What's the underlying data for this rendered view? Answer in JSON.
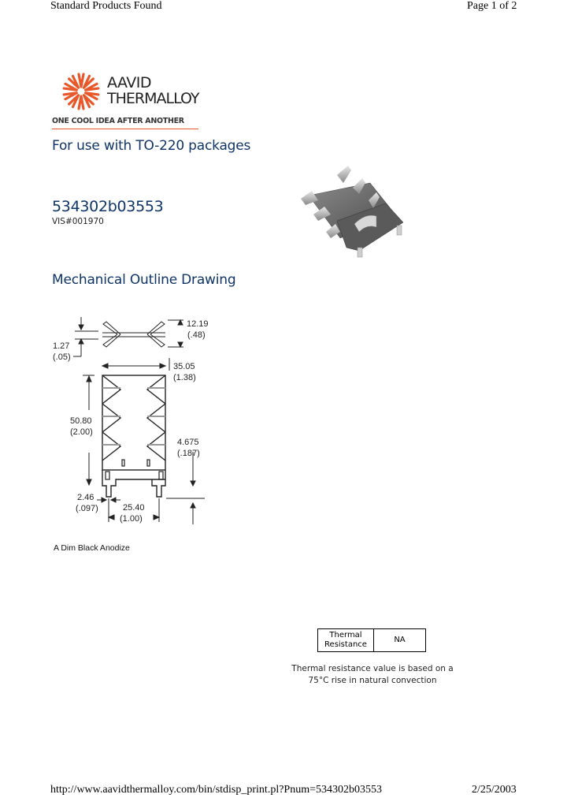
{
  "print_header": {
    "title": "Standard Products Found",
    "page": "Page 1 of 2"
  },
  "logo": {
    "line1": "AAVID",
    "line2": "THERMALLOY",
    "tagline": "ONE COOL IDEA AFTER ANOTHER",
    "brand_color": "#e8582a"
  },
  "product": {
    "application": "For use with TO-220 packages",
    "part_number": "534302b03553",
    "vis_number": "VIS#001970"
  },
  "drawing": {
    "heading": "Mechanical Outline Drawing",
    "dimensions": {
      "height_top": "12.19",
      "height_top_in": "(.48)",
      "thickness": "1.27",
      "thickness_in": "(.05)",
      "width": "35.05",
      "width_in": "(1.38)",
      "length": "50.80",
      "length_in": "(2.00)",
      "pin_offset": "4.675",
      "pin_offset_in": "(.187)",
      "pin_width": "2.46",
      "pin_width_in": "(.097)",
      "pin_spacing": "25.40",
      "pin_spacing_in": "(1.00)"
    },
    "finish": "A Dim Black Anodize"
  },
  "thermal": {
    "label_line1": "Thermal",
    "label_line2": "Resistance",
    "value": "NA",
    "note_line1": "Thermal resistance value is based on a",
    "note_line2": "75°C rise in natural convection"
  },
  "print_footer": {
    "url": "http://www.aavidthermalloy.com/bin/stdisp_print.pl?Pnum=534302b03553",
    "date": "2/25/2003"
  }
}
